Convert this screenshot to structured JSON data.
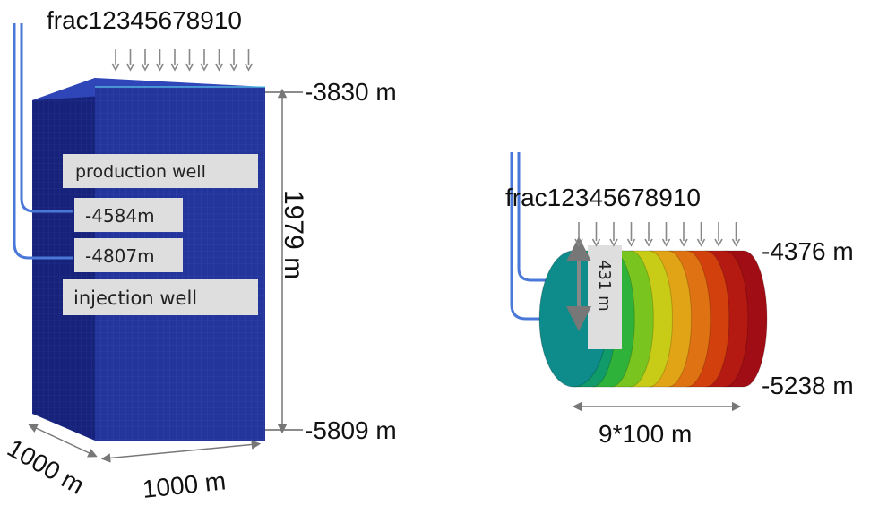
{
  "left": {
    "frac_label": "frac12345678910",
    "fracture_count": 10,
    "top_depth": "-3830 m",
    "bottom_depth": "-5809 m",
    "height": "1979 m",
    "depth_label": "1000 m",
    "width_label": "1000 m",
    "production_well": "production well",
    "production_depth": "-4584m",
    "injection_depth": "-4807m",
    "injection_well": "injection well"
  },
  "right": {
    "frac_label": "frac12345678910",
    "fracture_count": 10,
    "top_depth": "-4376 m",
    "bottom_depth": "-5238 m",
    "diameter": "431 m",
    "length": "9*100 m"
  },
  "colors": {
    "block_front": "#23359a",
    "block_side": "#17237a",
    "block_top": "#2f46b8",
    "well_pipe": "#4a78d8",
    "arrow": "#888888",
    "label_box": "#dedede",
    "cylinder_gradient": [
      "#0e8c8c",
      "#119a6a",
      "#2fb23a",
      "#7ac41f",
      "#c9cc17",
      "#e0a416",
      "#df7212",
      "#d2400e",
      "#b41a12",
      "#a00d14"
    ]
  }
}
